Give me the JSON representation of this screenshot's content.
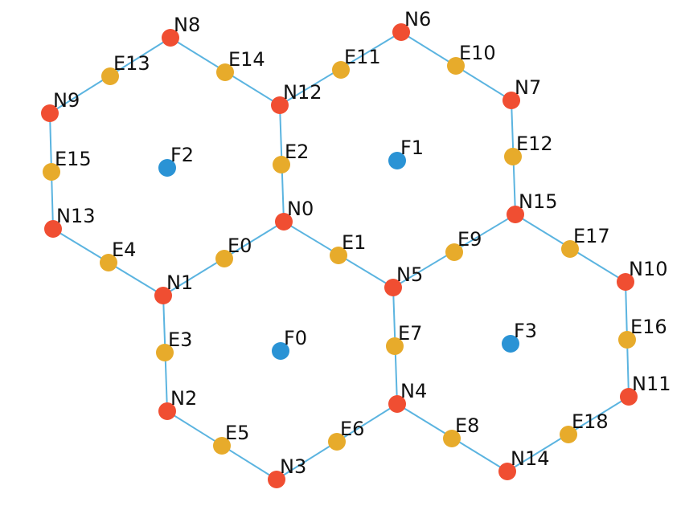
{
  "colors": {
    "line": "#5bb4e0",
    "node": "#f04e32",
    "edge_point": "#e7ab2b",
    "face": "#2a93d5",
    "label": "#111111"
  },
  "nodes": [
    {
      "id": "N0",
      "label": "N0"
    },
    {
      "id": "N1",
      "label": "N1"
    },
    {
      "id": "N2",
      "label": "N2"
    },
    {
      "id": "N3",
      "label": "N3"
    },
    {
      "id": "N4",
      "label": "N4"
    },
    {
      "id": "N5",
      "label": "N5"
    },
    {
      "id": "N6",
      "label": "N6"
    },
    {
      "id": "N7",
      "label": "N7"
    },
    {
      "id": "N8",
      "label": "N8"
    },
    {
      "id": "N9",
      "label": "N9"
    },
    {
      "id": "N10",
      "label": "N10"
    },
    {
      "id": "N11",
      "label": "N11"
    },
    {
      "id": "N12",
      "label": "N12"
    },
    {
      "id": "N13",
      "label": "N13"
    },
    {
      "id": "N14",
      "label": "N14"
    },
    {
      "id": "N15",
      "label": "N15"
    }
  ],
  "edges": [
    {
      "id": "E0",
      "label": "E0",
      "from": "N1",
      "to": "N0"
    },
    {
      "id": "E1",
      "label": "E1",
      "from": "N0",
      "to": "N5"
    },
    {
      "id": "E2",
      "label": "E2",
      "from": "N12",
      "to": "N0"
    },
    {
      "id": "E3",
      "label": "E3",
      "from": "N1",
      "to": "N2"
    },
    {
      "id": "E4",
      "label": "E4",
      "from": "N13",
      "to": "N1"
    },
    {
      "id": "E5",
      "label": "E5",
      "from": "N2",
      "to": "N3"
    },
    {
      "id": "E6",
      "label": "E6",
      "from": "N3",
      "to": "N4"
    },
    {
      "id": "E7",
      "label": "E7",
      "from": "N5",
      "to": "N4"
    },
    {
      "id": "E8",
      "label": "E8",
      "from": "N4",
      "to": "N14"
    },
    {
      "id": "E9",
      "label": "E9",
      "from": "N5",
      "to": "N15"
    },
    {
      "id": "E10",
      "label": "E10",
      "from": "N6",
      "to": "N7"
    },
    {
      "id": "E11",
      "label": "E11",
      "from": "N12",
      "to": "N6"
    },
    {
      "id": "E12",
      "label": "E12",
      "from": "N7",
      "to": "N15"
    },
    {
      "id": "E13",
      "label": "E13",
      "from": "N9",
      "to": "N8"
    },
    {
      "id": "E14",
      "label": "E14",
      "from": "N8",
      "to": "N12"
    },
    {
      "id": "E15",
      "label": "E15",
      "from": "N9",
      "to": "N13"
    },
    {
      "id": "E16",
      "label": "E16",
      "from": "N10",
      "to": "N11"
    },
    {
      "id": "E17",
      "label": "E17",
      "from": "N15",
      "to": "N10"
    },
    {
      "id": "E18",
      "label": "E18",
      "from": "N11",
      "to": "N14"
    }
  ],
  "faces": [
    {
      "id": "F0",
      "label": "F0"
    },
    {
      "id": "F1",
      "label": "F1"
    },
    {
      "id": "F2",
      "label": "F2"
    },
    {
      "id": "F3",
      "label": "F3"
    }
  ]
}
